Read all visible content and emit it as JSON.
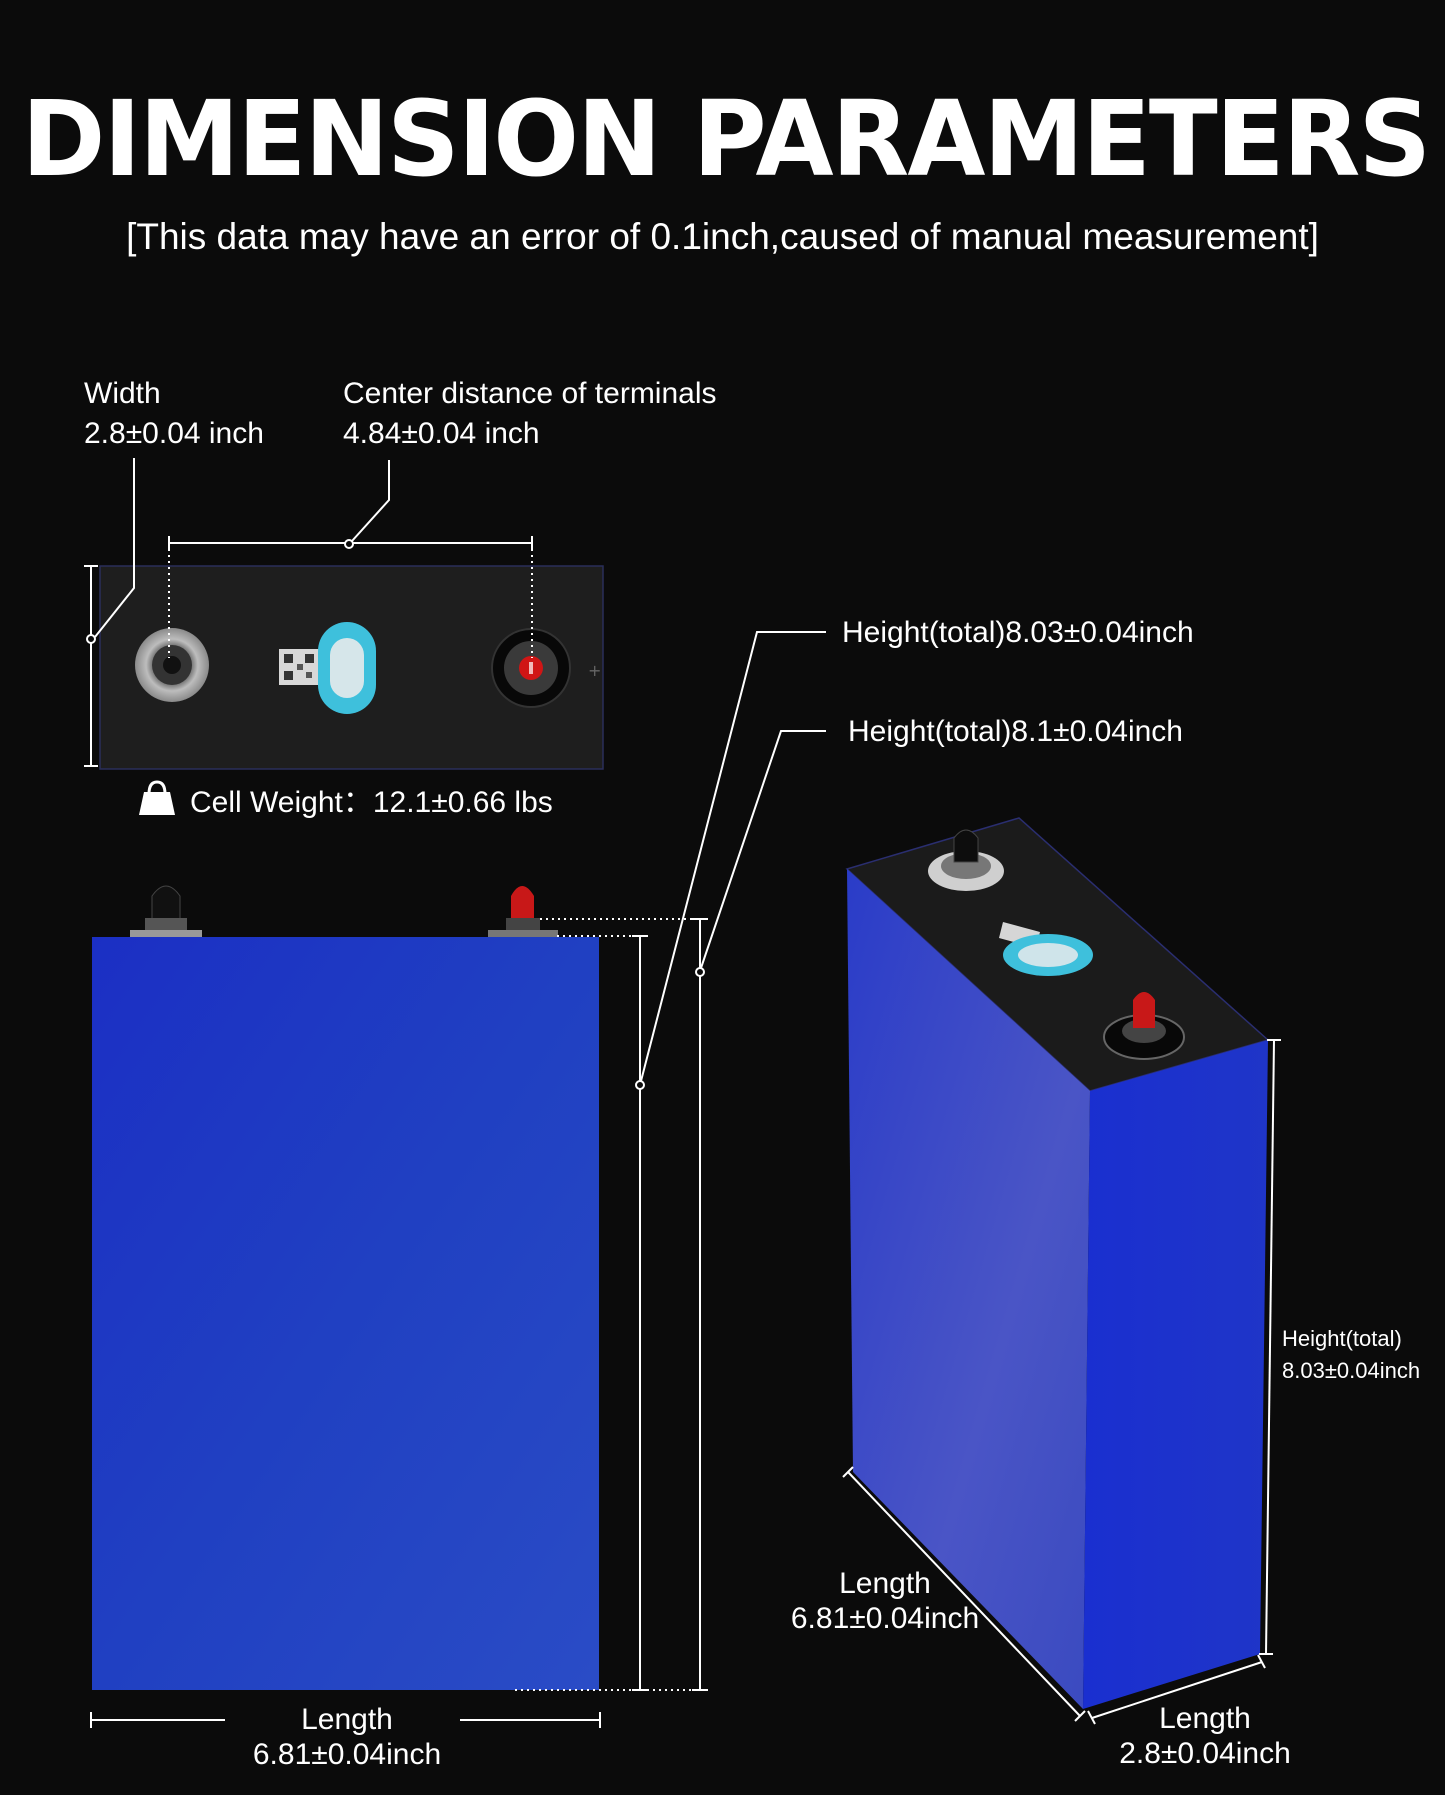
{
  "header": {
    "title": "DIMENSION PARAMETERS",
    "subtitle": "[This data may have an error of 0.1inch,caused of manual measurement]"
  },
  "top_view": {
    "width_label": "Width",
    "width_value": "2.8±0.04 inch",
    "center_label": "Center distance of terminals",
    "center_value": "4.84±0.04 inch",
    "plus_mark": "+",
    "weight_icon": "weight-bag-icon",
    "weight_text": "Cell Weight：12.1±0.66 lbs"
  },
  "front_view": {
    "height_a": "Height(total)8.03±0.04inch",
    "height_b": "Height(total)8.1±0.04inch",
    "length_label": "Length",
    "length_value": "6.81±0.04inch"
  },
  "iso_view": {
    "height_label": "Height(total)",
    "height_value": "8.03±0.04inch",
    "length_label": "Length",
    "length_value": "6.81±0.04inch",
    "depth_label": "Length",
    "depth_value": "2.8±0.04inch"
  },
  "colors": {
    "background": "#0b0b0b",
    "cell_blue": "#1c35c2",
    "terminal_red": "#d01515",
    "vent_cyan": "#3ec0dc"
  }
}
